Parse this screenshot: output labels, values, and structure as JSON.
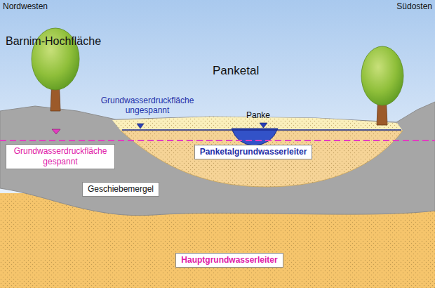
{
  "diagram": {
    "nodes": [
      {
        "text": [
          "Grundwasserdruckfläche gespannt"
        ]
      },
      {
        "text": [
          "Panketalgrundwasserleiter"
        ]
      },
      {
        "text": [
          "Geschiebemergel"
        ]
      },
      {
        "text": [
          "Hauptgrundwasserleiter"
        ]
      }
    ],
    "labels": [
      "Nordwesten",
      "Südosten",
      "Barnim-Hochfläche",
      "Panketal",
      "Grundwasserdruckfläche ungespannt",
      "Panke"
    ]
  }
}
